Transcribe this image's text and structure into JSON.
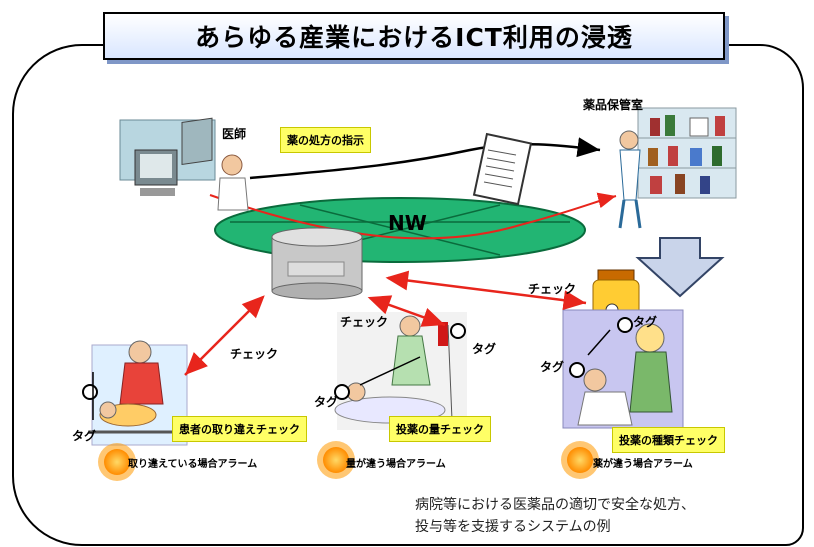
{
  "title": "あらゆる産業におけるICT利用の浸透",
  "labels": {
    "doctor": "医師",
    "prescription": "薬の処方の指示",
    "pharmacy": "薬品保管室",
    "nw": "NW",
    "check_top": "チェック",
    "check_left": "チェック",
    "check_mid": "チェック",
    "tag_mid": "タグ",
    "tag_right_top": "タグ",
    "tag_right_left": "タグ",
    "tag_mid_left": "タグ",
    "tag_left": "タグ"
  },
  "yellow_boxes": {
    "patient_mixup": "患者の取り違えチェック",
    "dose_check": "投薬の量チェック",
    "type_check": "投薬の種類チェック"
  },
  "alarms": {
    "mixup": "取り違えている場合アラーム",
    "dose": "量が違う場合アラーム",
    "type": "薬が違う場合アラーム"
  },
  "caption": {
    "line1": "病院等における医薬品の適切で安全な処方、",
    "line2": "投与等を支援するシステムの例"
  },
  "colors": {
    "nw_ellipse": "#1fb46e",
    "arrow_red": "#e8251c",
    "label_yellow": "#ffff66",
    "alarm_orange": "#ff9900"
  }
}
